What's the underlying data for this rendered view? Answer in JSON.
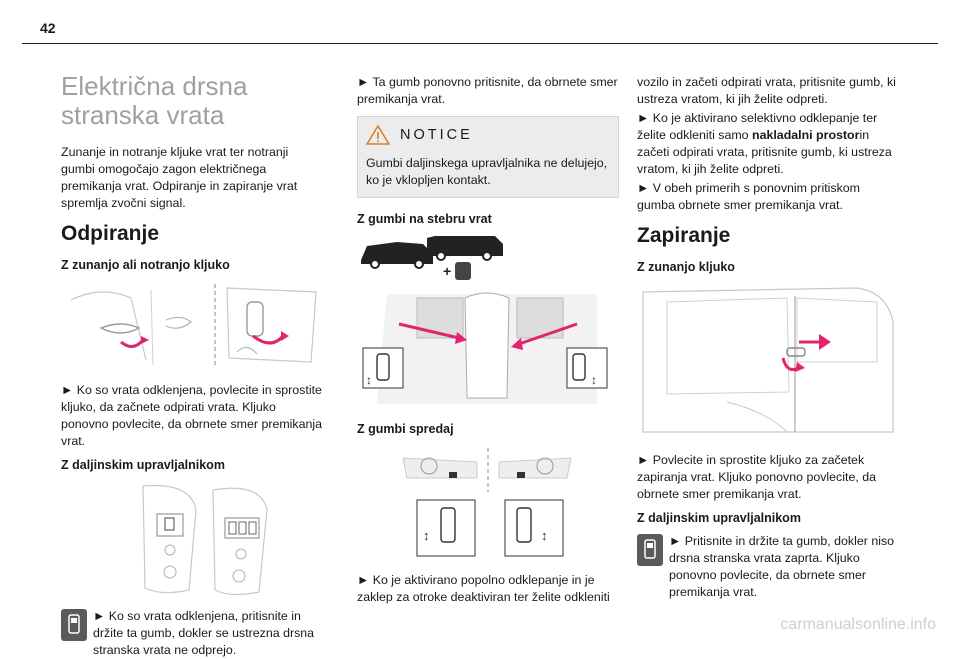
{
  "page": {
    "number": "42",
    "footer": "carmanualsonline.info"
  },
  "col1": {
    "title": "Električna drsna stranska vrata",
    "intro": "Zunanje in notranje kljuke vrat ter notranji gumbi omogočajo zagon električnega premikanja vrat. Odpiranje in zapiranje vrat spremlja zvočni signal.",
    "h_open": "Odpiranje",
    "h_handle": "Z zunanjo ali notranjo kljuko",
    "p_handle": "► Ko so vrata odklenjena, povlecite in sprostite kljuko, da začnete odpirati vrata. Kljuko ponovno povlecite, da obrnete smer premikanja vrat.",
    "h_remote": "Z daljinskim upravljalnikom",
    "p_remote": "► Ko so vrata odklenjena, pritisnite in držite ta gumb, dokler se ustrezna drsna stranska vrata ne odprejo."
  },
  "col2": {
    "p_top": "► Ta gumb ponovno pritisnite, da obrnete smer premikanja vrat.",
    "notice_title": "NOTICE",
    "notice_text": "Gumbi daljinskega upravljalnika ne delujejo, ko je vklopljen kontakt.",
    "h_pillar": "Z gumbi na stebru vrat",
    "h_front": "Z gumbi spredaj",
    "p_bottom": "► Ko je aktivirano popolno odklepanje in je zaklep za otroke deaktiviran ter želite odkleniti"
  },
  "col3": {
    "p_top": "vozilo in začeti odpirati vrata, pritisnite gumb, ki ustreza vratom, ki jih želite odpreti.",
    "p_sel_a": "► Ko je aktivirano selektivno odklepanje ter želite odkleniti samo ",
    "p_sel_b": "nakladalni prostor",
    "p_sel_c": "in začeti odpirati vrata, pritisnite gumb, ki ustreza vratom, ki jih želite odpreti.",
    "p_both": "► V obeh primerih s ponovnim pritiskom gumba obrnete smer premikanja vrat.",
    "h_close": "Zapiranje",
    "h_handle": "Z zunanjo kljuko",
    "p_handle": "► Povlecite in sprostite kljuko za začetek zapiranja vrat. Kljuko ponovno povlecite, da obrnete smer premikanja vrat.",
    "h_remote": "Z daljinskim upravljalnikom",
    "p_remote": "► Pritisnite in držite ta gumb, dokler niso drsna stranska vrata zaprta. Kljuko ponovno povlecite, da obrnete smer premikanja vrat."
  },
  "colors": {
    "accent": "#e2236f",
    "grey": "#9a9a9a"
  },
  "icons": [
    "warning-triangle-icon",
    "door-button-icon",
    "van-icon",
    "child-lock-icon"
  ]
}
